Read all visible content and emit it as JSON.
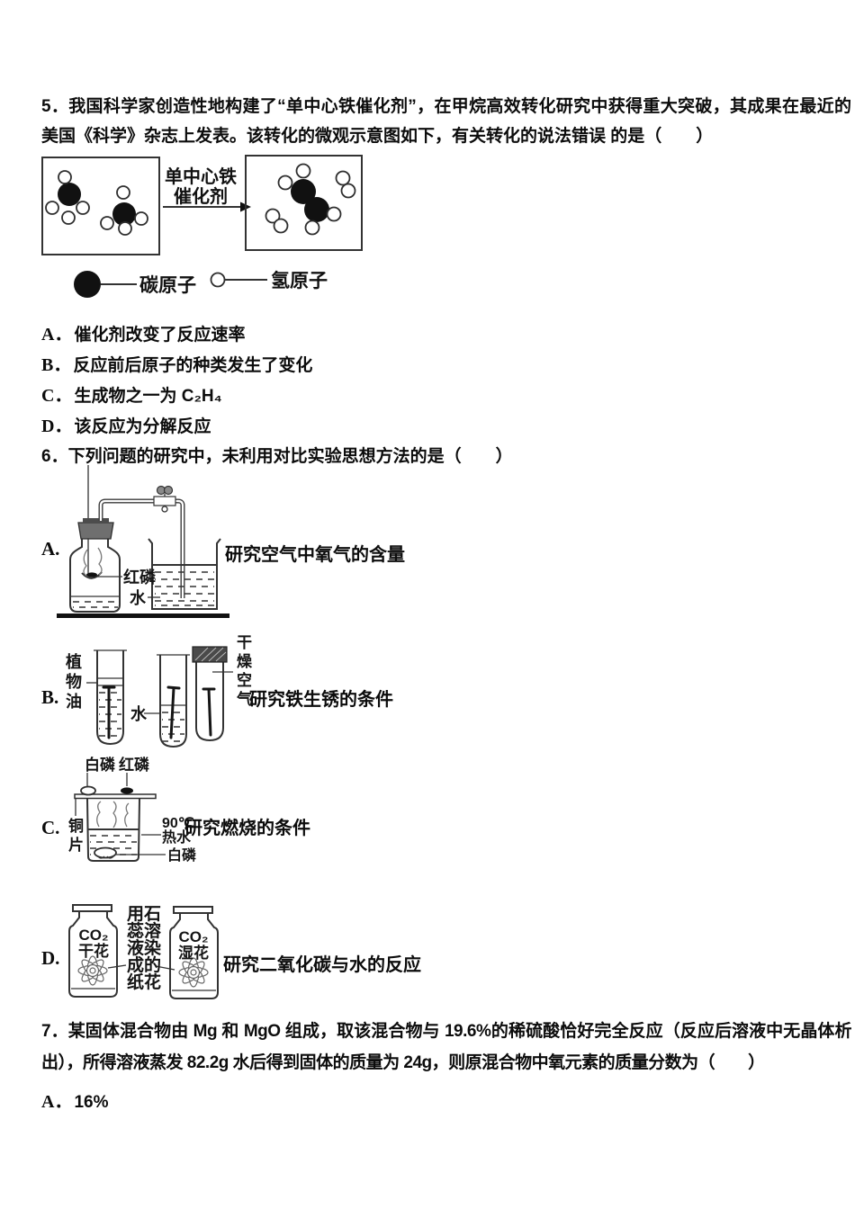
{
  "q5": {
    "stem": "5．我国科学家创造性地构建了“单中心铁催化剂”，在甲烷高效转化研究中获得重大突破，其成果在最近的美国《科学》杂志上发表。该转化的微观示意图如下，有关转化的说法错误 的是（　　）",
    "figure": {
      "arrow_label_line1": "单中心铁",
      "arrow_label_line2": "催化剂",
      "legend": [
        {
          "symbol": "carbon-atom",
          "label": "碳原子"
        },
        {
          "symbol": "hydrogen-atom",
          "label": "氢原子"
        }
      ]
    },
    "options": [
      {
        "letter": "A．",
        "text": "催化剂改变了反应速率"
      },
      {
        "letter": "B．",
        "text": "反应前后原子的种类发生了变化"
      },
      {
        "letter": "C．",
        "text": "生成物之一为 C₂H₄"
      },
      {
        "letter": "D．",
        "text": "该反应为分解反应"
      }
    ]
  },
  "q6": {
    "stem": "6．下列问题的研究中，未利用对比实验思想方法的是（　　）",
    "items": [
      {
        "letter": "A.",
        "caption": "研究空气中氧气的含量",
        "labels": {
          "red_phosphorus": "红磷",
          "water": "水"
        }
      },
      {
        "letter": "B.",
        "caption": "研究铁生锈的条件",
        "labels": {
          "vegetable_oil": "植物油",
          "water": "水",
          "dry_air": "干燥空气"
        }
      },
      {
        "letter": "C.",
        "caption": "研究燃烧的条件",
        "labels": {
          "white_phosphorus_top": "白磷",
          "red_phosphorus_top": "红磷",
          "copper_sheet": "铜片",
          "hot_water": "90℃\n热水",
          "white_phosphorus_in_water": "白磷"
        }
      },
      {
        "letter": "D.",
        "caption": "研究二氧化碳与水的反应",
        "labels": {
          "dry_flower_bottle": "CO₂\n干花",
          "wet_flower_bottle": "CO₂\n湿花",
          "litmus_note": "用石蕊溶液染成的纸花"
        }
      }
    ]
  },
  "q7": {
    "stem": "7．某固体混合物由 Mg 和 MgO 组成，取该混合物与 19.6%的稀硫酸恰好完全反应（反应后溶液中无晶体析出），所得溶液蒸发 82.2g 水后得到固体的质量为 24g，则原混合物中氧元素的质量分数为（　　）",
    "options": [
      {
        "letter": "A．",
        "text": "16%"
      }
    ]
  }
}
